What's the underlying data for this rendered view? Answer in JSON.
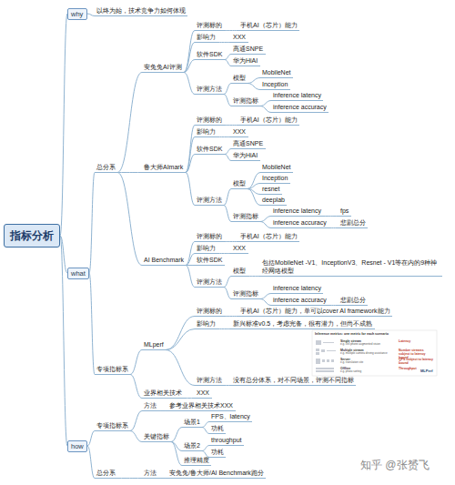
{
  "diagram": {
    "nodes": [
      {
        "text": [
          "指标分析"
        ]
      },
      {
        "text": [
          "why"
        ]
      },
      {
        "text": [
          "以终为始，技术竞争力如何体现"
        ]
      },
      {
        "text": [
          "what"
        ]
      },
      {
        "text": [
          "总分系"
        ]
      },
      {
        "text": [
          "安兔兔AI评测"
        ]
      },
      {
        "text": [
          "评测标的"
        ]
      },
      {
        "text": [
          "手机AI（芯片）能力"
        ]
      },
      {
        "text": [
          "影响力"
        ]
      },
      {
        "text": [
          "XXX"
        ]
      },
      {
        "text": [
          "软件SDK"
        ]
      },
      {
        "text": [
          "高通SNPE"
        ]
      },
      {
        "text": [
          "华为HiAI"
        ]
      },
      {
        "text": [
          "评测方法"
        ]
      },
      {
        "text": [
          "模型"
        ]
      },
      {
        "text": [
          "MobileNet"
        ]
      },
      {
        "text": [
          "Inception"
        ]
      },
      {
        "text": [
          "评测指标"
        ]
      },
      {
        "text": [
          "inference latency"
        ]
      },
      {
        "text": [
          "inference accuracy"
        ]
      },
      {
        "text": [
          "鲁大师AImark"
        ]
      },
      {
        "text": [
          "评测标的"
        ]
      },
      {
        "text": [
          "手机AI（芯片）能力"
        ]
      },
      {
        "text": [
          "影响力"
        ]
      },
      {
        "text": [
          "XXX"
        ]
      },
      {
        "text": [
          "软件SDK"
        ]
      },
      {
        "text": [
          "高通SNPE"
        ]
      },
      {
        "text": [
          "华为HiAI"
        ]
      },
      {
        "text": [
          "评测方法"
        ]
      },
      {
        "text": [
          "模型"
        ]
      },
      {
        "text": [
          "MobileNet"
        ]
      },
      {
        "text": [
          "Inception"
        ]
      },
      {
        "text": [
          "resnet"
        ]
      },
      {
        "text": [
          "deeplab"
        ]
      },
      {
        "text": [
          "评测指标"
        ]
      },
      {
        "text": [
          "inference latency"
        ]
      },
      {
        "text": [
          "fps"
        ]
      },
      {
        "text": [
          "inference accuracy"
        ]
      },
      {
        "text": [
          "悲剧总分"
        ]
      },
      {
        "text": [
          "AI Benchmark"
        ]
      },
      {
        "text": [
          "评测标的"
        ]
      },
      {
        "text": [
          "手机AI（芯片）能力"
        ]
      },
      {
        "text": [
          "影响力"
        ]
      },
      {
        "text": [
          "XXX"
        ]
      },
      {
        "text": [
          "软件SDK"
        ]
      },
      {
        "text": [
          "评测方法"
        ]
      },
      {
        "text": [
          "模型"
        ]
      },
      {
        "text": [
          "包括MobileNet -V1、InceptionV3、Resnet - V1等在内的9种神经网络模型"
        ]
      },
      {
        "text": [
          "评测指标"
        ]
      },
      {
        "text": [
          "inference latency"
        ]
      },
      {
        "text": [
          "inference accuracy"
        ]
      },
      {
        "text": [
          "悲剧总分"
        ]
      },
      {
        "text": [
          "专项指标系"
        ]
      },
      {
        "text": [
          "MLperf"
        ]
      },
      {
        "text": [
          "评测标的"
        ]
      },
      {
        "text": [
          "手机AI（芯片）能力，单可以cover AI framework能力"
        ]
      },
      {
        "text": [
          "影响力"
        ]
      },
      {
        "text": [
          "新兴标准v0.5，考虑完备，很有潜力，但尚不成熟"
        ]
      },
      {
        "text": [
          "评测方法"
        ]
      },
      {
        "text": [
          "没有总分体系，对不同场景，评测不同指标"
        ]
      },
      {
        "text": [
          "业界相关技术"
        ]
      },
      {
        "text": [
          "XXX"
        ]
      },
      {
        "text": [
          "how"
        ]
      },
      {
        "text": [
          "专项指标系"
        ]
      },
      {
        "text": [
          "方法"
        ]
      },
      {
        "text": [
          "参考业界相关技术XXX"
        ]
      },
      {
        "text": [
          "关键指标"
        ]
      },
      {
        "text": [
          "场景1"
        ]
      },
      {
        "text": [
          "FPS、latency"
        ]
      },
      {
        "text": [
          "功耗"
        ]
      },
      {
        "text": [
          "场景2"
        ]
      },
      {
        "text": [
          "throughput"
        ]
      },
      {
        "text": [
          "功耗"
        ]
      },
      {
        "text": [
          "推理精度"
        ]
      },
      {
        "text": [
          "总分系"
        ]
      },
      {
        "text": [
          "方法"
        ]
      },
      {
        "text": [
          "安兔兔/鲁大师/AI Benchmark跑分"
        ]
      }
    ],
    "edges": [
      {
        "from": 0,
        "to": 1,
        "arrow": "none"
      },
      {
        "from": 1,
        "to": 2,
        "arrow": "none"
      },
      {
        "from": 0,
        "to": 3,
        "arrow": "none"
      },
      {
        "from": 3,
        "to": 4,
        "arrow": "none"
      },
      {
        "from": 4,
        "to": 5,
        "arrow": "none"
      },
      {
        "from": 5,
        "to": 6,
        "arrow": "none"
      },
      {
        "from": 6,
        "to": 7,
        "arrow": "none"
      },
      {
        "from": 5,
        "to": 8,
        "arrow": "none"
      },
      {
        "from": 8,
        "to": 9,
        "arrow": "none"
      },
      {
        "from": 5,
        "to": 10,
        "arrow": "none"
      },
      {
        "from": 10,
        "to": 11,
        "arrow": "none"
      },
      {
        "from": 10,
        "to": 12,
        "arrow": "none"
      },
      {
        "from": 5,
        "to": 13,
        "arrow": "none"
      },
      {
        "from": 13,
        "to": 14,
        "arrow": "none"
      },
      {
        "from": 14,
        "to": 15,
        "arrow": "none"
      },
      {
        "from": 14,
        "to": 16,
        "arrow": "none"
      },
      {
        "from": 13,
        "to": 17,
        "arrow": "none"
      },
      {
        "from": 17,
        "to": 18,
        "arrow": "none"
      },
      {
        "from": 17,
        "to": 19,
        "arrow": "none"
      },
      {
        "from": 4,
        "to": 20,
        "arrow": "none"
      },
      {
        "from": 20,
        "to": 21,
        "arrow": "none"
      },
      {
        "from": 21,
        "to": 22,
        "arrow": "none"
      },
      {
        "from": 20,
        "to": 23,
        "arrow": "none"
      },
      {
        "from": 23,
        "to": 24,
        "arrow": "none"
      },
      {
        "from": 20,
        "to": 25,
        "arrow": "none"
      },
      {
        "from": 25,
        "to": 26,
        "arrow": "none"
      },
      {
        "from": 25,
        "to": 27,
        "arrow": "none"
      },
      {
        "from": 20,
        "to": 28,
        "arrow": "none"
      },
      {
        "from": 28,
        "to": 29,
        "arrow": "none"
      },
      {
        "from": 29,
        "to": 30,
        "arrow": "none"
      },
      {
        "from": 29,
        "to": 31,
        "arrow": "none"
      },
      {
        "from": 29,
        "to": 32,
        "arrow": "none"
      },
      {
        "from": 29,
        "to": 33,
        "arrow": "none"
      },
      {
        "from": 28,
        "to": 34,
        "arrow": "none"
      },
      {
        "from": 34,
        "to": 35,
        "arrow": "none"
      },
      {
        "from": 35,
        "to": 36,
        "arrow": "none"
      },
      {
        "from": 34,
        "to": 37,
        "arrow": "none"
      },
      {
        "from": 37,
        "to": 38,
        "arrow": "none"
      },
      {
        "from": 4,
        "to": 39,
        "arrow": "none"
      },
      {
        "from": 39,
        "to": 40,
        "arrow": "none"
      },
      {
        "from": 40,
        "to": 41,
        "arrow": "none"
      },
      {
        "from": 39,
        "to": 42,
        "arrow": "none"
      },
      {
        "from": 42,
        "to": 43,
        "arrow": "none"
      },
      {
        "from": 39,
        "to": 44,
        "arrow": "none"
      },
      {
        "from": 39,
        "to": 45,
        "arrow": "none"
      },
      {
        "from": 45,
        "to": 46,
        "arrow": "none"
      },
      {
        "from": 46,
        "to": 47,
        "arrow": "none"
      },
      {
        "from": 45,
        "to": 48,
        "arrow": "none"
      },
      {
        "from": 48,
        "to": 49,
        "arrow": "none"
      },
      {
        "from": 48,
        "to": 50,
        "arrow": "none"
      },
      {
        "from": 50,
        "to": 51,
        "arrow": "none"
      },
      {
        "from": 3,
        "to": 52,
        "arrow": "none"
      },
      {
        "from": 52,
        "to": 53,
        "arrow": "none"
      },
      {
        "from": 53,
        "to": 54,
        "arrow": "none"
      },
      {
        "from": 54,
        "to": 55,
        "arrow": "none"
      },
      {
        "from": 53,
        "to": 56,
        "arrow": "none"
      },
      {
        "from": 56,
        "to": 57,
        "arrow": "none"
      },
      {
        "from": 53,
        "to": 58,
        "arrow": "none"
      },
      {
        "from": 58,
        "to": 59,
        "arrow": "none"
      },
      {
        "from": 52,
        "to": 60,
        "arrow": "none"
      },
      {
        "from": 60,
        "to": 61,
        "arrow": "none"
      },
      {
        "from": 0,
        "to": 62,
        "arrow": "none"
      },
      {
        "from": 62,
        "to": 63,
        "arrow": "none"
      },
      {
        "from": 63,
        "to": 64,
        "arrow": "none"
      },
      {
        "from": 64,
        "to": 65,
        "arrow": "none"
      },
      {
        "from": 63,
        "to": 66,
        "arrow": "none"
      },
      {
        "from": 66,
        "to": 67,
        "arrow": "none"
      },
      {
        "from": 67,
        "to": 68,
        "arrow": "none"
      },
      {
        "from": 67,
        "to": 69,
        "arrow": "none"
      },
      {
        "from": 66,
        "to": 70,
        "arrow": "none"
      },
      {
        "from": 70,
        "to": 71,
        "arrow": "none"
      },
      {
        "from": 70,
        "to": 72,
        "arrow": "none"
      },
      {
        "from": 66,
        "to": 73,
        "arrow": "none"
      },
      {
        "from": 62,
        "to": 74,
        "arrow": "none"
      },
      {
        "from": 74,
        "to": 75,
        "arrow": "none"
      },
      {
        "from": 75,
        "to": 76,
        "arrow": "none"
      }
    ],
    "labels": [
      "Inference metrics: one metric for each scenario",
      "Single stream",
      "e.g. cell phone augmented vision",
      "Latency",
      "Multiple stream",
      "e.g. multiple camera driving assistance",
      "Number streams subject to latency bound",
      "Server",
      "e.g. translation site",
      "QPS subject to latency bound",
      "Offline",
      "e.g. photo sorting",
      "Throughput",
      "MLPerf",
      "知乎 @张赟飞"
    ]
  }
}
